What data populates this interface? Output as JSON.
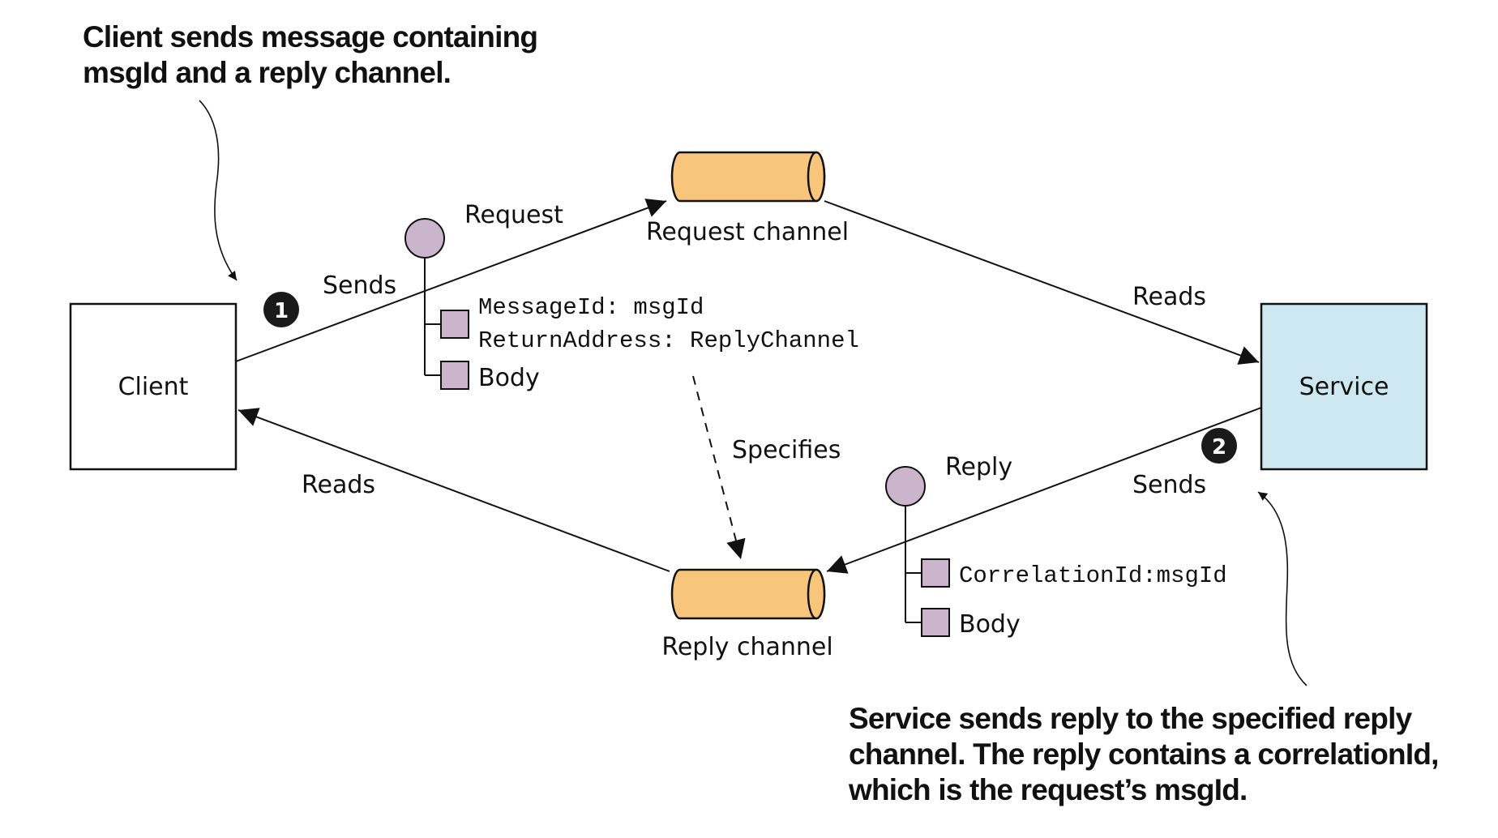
{
  "annotations": {
    "client_note": [
      "Client sends message containing",
      "msgId and a reply channel."
    ],
    "service_note": [
      "Service sends reply to the specified reply",
      "channel. The reply contains a correlationId,",
      "which is the request’s msgId."
    ]
  },
  "nodes": {
    "client": "Client",
    "service": "Service",
    "request_channel": "Request channel",
    "reply_channel": "Reply channel"
  },
  "edges": {
    "client_sends": "Sends",
    "service_reads": "Reads",
    "service_sends": "Sends",
    "client_reads": "Reads",
    "specifies": "Specifies"
  },
  "steps": {
    "step1": "1",
    "step2": "2"
  },
  "request_message": {
    "label": "Request",
    "fields": [
      "MessageId: msgId",
      "ReturnAddress: ReplyChannel"
    ],
    "body": "Body"
  },
  "reply_message": {
    "label": "Reply",
    "fields": [
      "CorrelationId:msgId"
    ],
    "body": "Body"
  },
  "colors": {
    "channel": "#f8c67a",
    "service": "#cde8f0",
    "message": "#cbb5cd",
    "badge": "#1a1a1a"
  }
}
